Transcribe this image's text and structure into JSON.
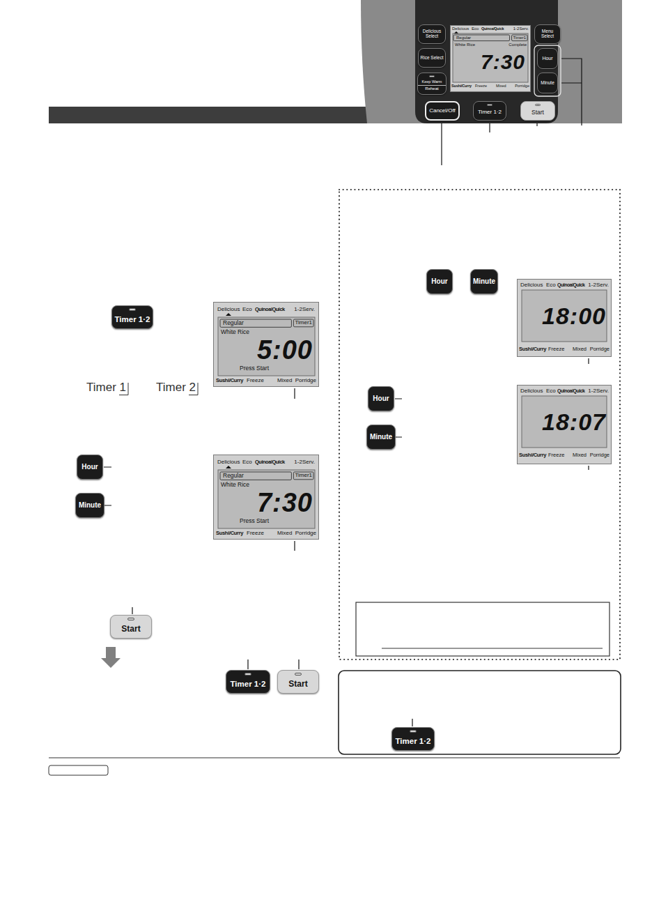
{
  "diagram": {
    "nodes": [
      {
        "text": [
          "Delicious Select"
        ]
      },
      {
        "text": [
          "Rice Select"
        ]
      },
      {
        "text": [
          "Keep Warm",
          "Reheat"
        ]
      },
      {
        "text": [
          "Delicious",
          "Eco",
          "Quinoa/Quick",
          "1-2Serv.",
          "Regular",
          "Timer1",
          "White Rice",
          "Complete",
          "7:30",
          "Sushi/Curry",
          "Freeze",
          "Mixed",
          "Porridge"
        ]
      },
      {
        "text": [
          "Menu Select"
        ]
      },
      {
        "text": [
          "Hour"
        ]
      },
      {
        "text": [
          "Minute"
        ]
      },
      {
        "text": [
          "Cancel/Off"
        ]
      },
      {
        "text": [
          "Timer 1·2"
        ]
      },
      {
        "text": [
          "Start"
        ]
      },
      {
        "text": [
          "Timer 1·2"
        ]
      },
      {
        "text": [
          "Delicious",
          "Eco",
          "Quinoa/Quick",
          "1-2Serv.",
          "Regular",
          "Timer1",
          "White Rice",
          "5:00",
          "Press Start",
          "Sushi/Curry",
          "Freeze",
          "Mixed",
          "Porridge"
        ]
      },
      {
        "text": [
          "Hour"
        ]
      },
      {
        "text": [
          "Minute"
        ]
      },
      {
        "text": [
          "Delicious",
          "Eco",
          "Quinoa/Quick",
          "1-2Serv.",
          "Regular",
          "Timer1",
          "White Rice",
          "7:30",
          "Press Start",
          "Sushi/Curry",
          "Freeze",
          "Mixed",
          "Porridge"
        ]
      },
      {
        "text": [
          "Start"
        ]
      },
      {
        "text": [
          "Timer 1·2"
        ]
      },
      {
        "text": [
          "Start"
        ]
      },
      {
        "text": [
          "Hour"
        ]
      },
      {
        "text": [
          "Minute"
        ]
      },
      {
        "text": [
          "Delicious",
          "Eco",
          "Quinoa/Quick",
          "1-2Serv.",
          "18:00",
          "Sushi/Curry",
          "Freeze",
          "Mixed",
          "Porridge"
        ]
      },
      {
        "text": [
          "Hour"
        ]
      },
      {
        "text": [
          "Minute"
        ]
      },
      {
        "text": [
          "Delicious",
          "Eco",
          "Quinoa/Quick",
          "1-2Serv.",
          "18:07",
          "Sushi/Curry",
          "Freeze",
          "Mixed",
          "Porridge"
        ]
      },
      {
        "text": [
          "Timer 1·2"
        ]
      }
    ],
    "labels": [
      "Timer 1",
      "Timer 2"
    ]
  }
}
